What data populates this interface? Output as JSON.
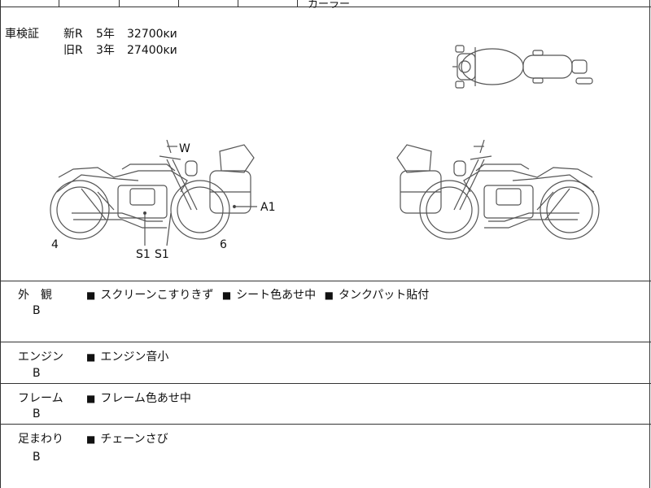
{
  "top_partial_text": "カーラー",
  "inspection": {
    "label": "車検証",
    "rows": [
      {
        "type": "新R",
        "years": "5年",
        "value": "32700ĸи"
      },
      {
        "type": "旧R",
        "years": "3年",
        "value": "27400ĸи"
      }
    ]
  },
  "diagram_markers": {
    "w": "W",
    "a1": "A1",
    "s1_left": "S1",
    "s1_right": "S1",
    "num_4": "4",
    "num_6": "6"
  },
  "sections": [
    {
      "label": "外　観",
      "grade": "B",
      "items": [
        "スクリーンこすりきず",
        "シート色あせ中",
        "タンクパット貼付"
      ]
    },
    {
      "label": "エンジン",
      "grade": "B",
      "items": [
        "エンジン音小"
      ]
    },
    {
      "label": "フレーム",
      "grade": "B",
      "items": [
        "フレーム色あせ中"
      ]
    },
    {
      "label": "足まわり",
      "grade": "B",
      "items": [
        "チェーンさび"
      ]
    }
  ]
}
